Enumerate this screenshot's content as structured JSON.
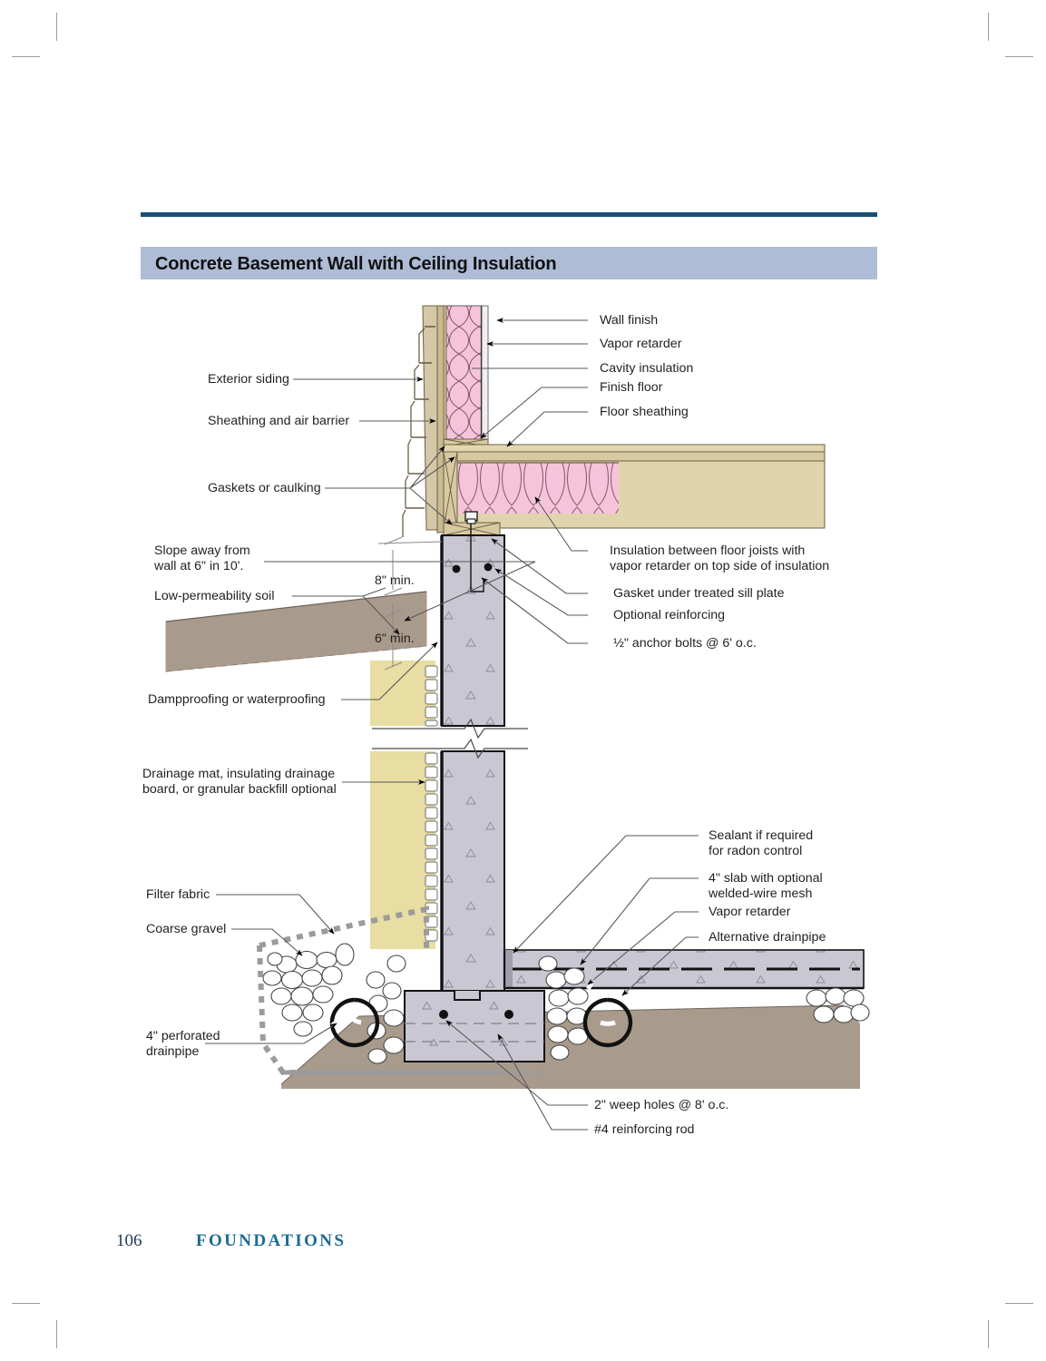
{
  "page": {
    "folio": "106",
    "section": "FOUNDATIONS"
  },
  "header": {
    "title": "Concrete Basement Wall with Ceiling Insulation",
    "rule_color": "#1b4f72",
    "band_color": "#aebcd6"
  },
  "labels": {
    "wall_finish": "Wall finish",
    "vapor_retarder_top": "Vapor retarder",
    "cavity_insulation": "Cavity insulation",
    "finish_floor": "Finish floor",
    "floor_sheathing": "Floor sheathing",
    "exterior_siding": "Exterior siding",
    "sheathing_air_barrier": "Sheathing and air barrier",
    "gaskets_caulking": "Gaskets or caulking",
    "insulation_joists_l1": "Insulation between floor joists with",
    "insulation_joists_l2": "vapor retarder on top side of insulation",
    "gasket_sill": "Gasket under treated sill plate",
    "optional_reinforcing": "Optional reinforcing",
    "anchor_bolts": "½\" anchor bolts @ 6' o.c.",
    "slope_away_l1": "Slope away from",
    "slope_away_l2": "wall at 6\" in 10'.",
    "low_perm_soil": "Low-permeability soil",
    "dampproofing": "Dampproofing or waterproofing",
    "drainage_mat_l1": "Drainage mat, insulating drainage",
    "drainage_mat_l2": "board, or granular backfill optional",
    "filter_fabric": "Filter fabric",
    "coarse_gravel": "Coarse gravel",
    "perforated_drainpipe_l1": "4\" perforated",
    "perforated_drainpipe_l2": "drainpipe",
    "sealant_radon_l1": "Sealant if required",
    "sealant_radon_l2": "for radon control",
    "slab_l1": "4\" slab with optional",
    "slab_l2": "welded-wire mesh",
    "vapor_retarder_slab": "Vapor retarder",
    "alternative_drainpipe": "Alternative drainpipe",
    "weep_holes": "2\" weep holes @ 8' o.c.",
    "reinforcing_rod": "#4 reinforcing rod"
  },
  "dimensions": {
    "top_min": "8\" min.",
    "bottom_min": "6\" min."
  },
  "colors": {
    "insulation_pink": "#f6c4da",
    "wood_tan": "#d8c9a0",
    "wood_dark": "#c0ad78",
    "concrete_gray": "#c8c7d2",
    "soil_brown": "#a99b8c",
    "drainage_yellow": "#e8dda2",
    "siding_tan": "#d5c8a8",
    "line_black": "#000000",
    "leader_gray": "#58585a"
  }
}
